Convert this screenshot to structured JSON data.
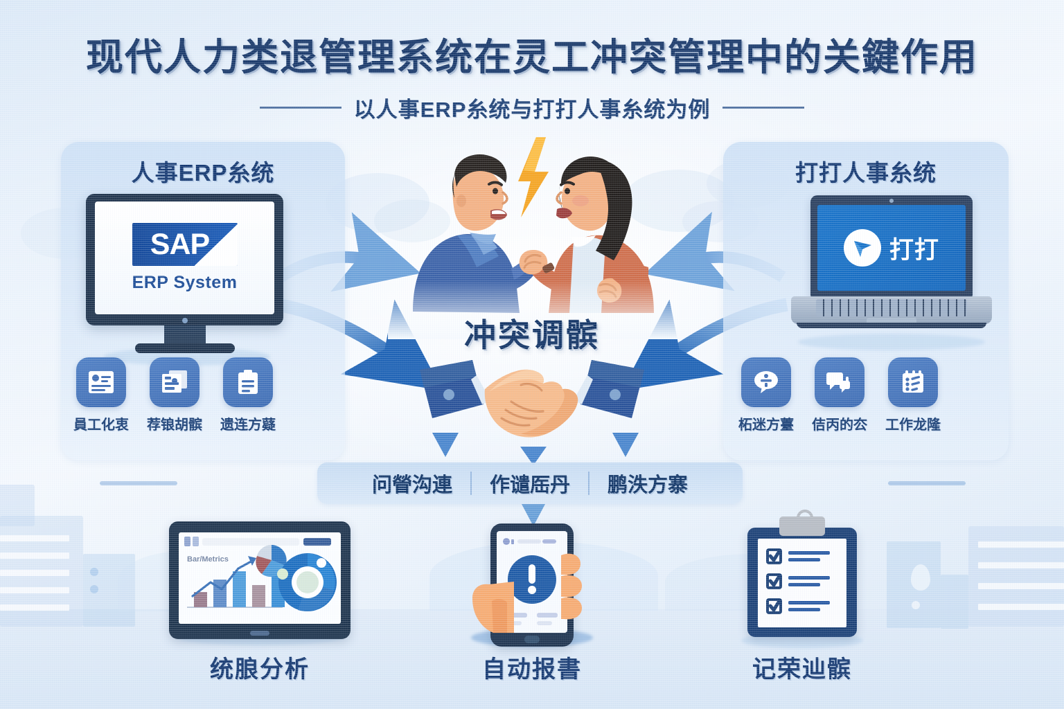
{
  "header": {
    "title": "现代人力类退管理系统在灵工冲突管理中的关鍵作用",
    "subtitle": "以人事ERP糸统与打打人事糸统为例"
  },
  "left_panel": {
    "title": "人事ERP糸统",
    "device": {
      "logo_text": "SAP",
      "logo_caption": "ERP System",
      "type": "desktop-monitor"
    },
    "badges": [
      {
        "label": "員工化衷",
        "icon": "employee-card-icon"
      },
      {
        "label": "荐锒胡髌",
        "icon": "documents-icon"
      },
      {
        "label": "遗连方薿",
        "icon": "clipboard-icon"
      }
    ]
  },
  "right_panel": {
    "title": "打打人事糸统",
    "device": {
      "logo_text": "打打",
      "logo_icon": "paper-plane-icon",
      "type": "laptop"
    },
    "badges": [
      {
        "label": "柘迷方薹",
        "icon": "speech-bubble-icon"
      },
      {
        "label": "佶丙的厺",
        "icon": "chat-bubbles-icon"
      },
      {
        "label": "工作龙隆",
        "icon": "checklist-icon"
      }
    ]
  },
  "center": {
    "conflict_label": "冲突调髌",
    "bolt_icon": "lightning-bolt-icon",
    "handshake_icon": "handshake-icon",
    "people": {
      "left_person": "man-arguing",
      "right_person": "woman-arguing"
    }
  },
  "mid_band": {
    "items": [
      "问䁝沟連",
      "作谴厒丹",
      "鹏泆方寨"
    ]
  },
  "bottom": [
    {
      "label": "统朖分析",
      "icon": "tablet-analytics-icon"
    },
    {
      "label": "自动报書",
      "icon": "phone-alert-icon"
    },
    {
      "label": "记荣辿髌",
      "icon": "clipboard-checklist-icon"
    }
  ],
  "colors": {
    "deep_navy": "#143566",
    "title_navy": "#1b3a6b",
    "badge_blue": "#4f7fc4",
    "accent_blue": "#2a6fc0",
    "arrow_blue": "#2f74c4",
    "bolt_orange": "#f5a524",
    "panel_bg": "#cde0f5",
    "shirt_blue": "#3d63a8",
    "cardigan_orange": "#cf6f4d",
    "skin": "#f3b184",
    "page_bg": "#eaf2fb"
  }
}
